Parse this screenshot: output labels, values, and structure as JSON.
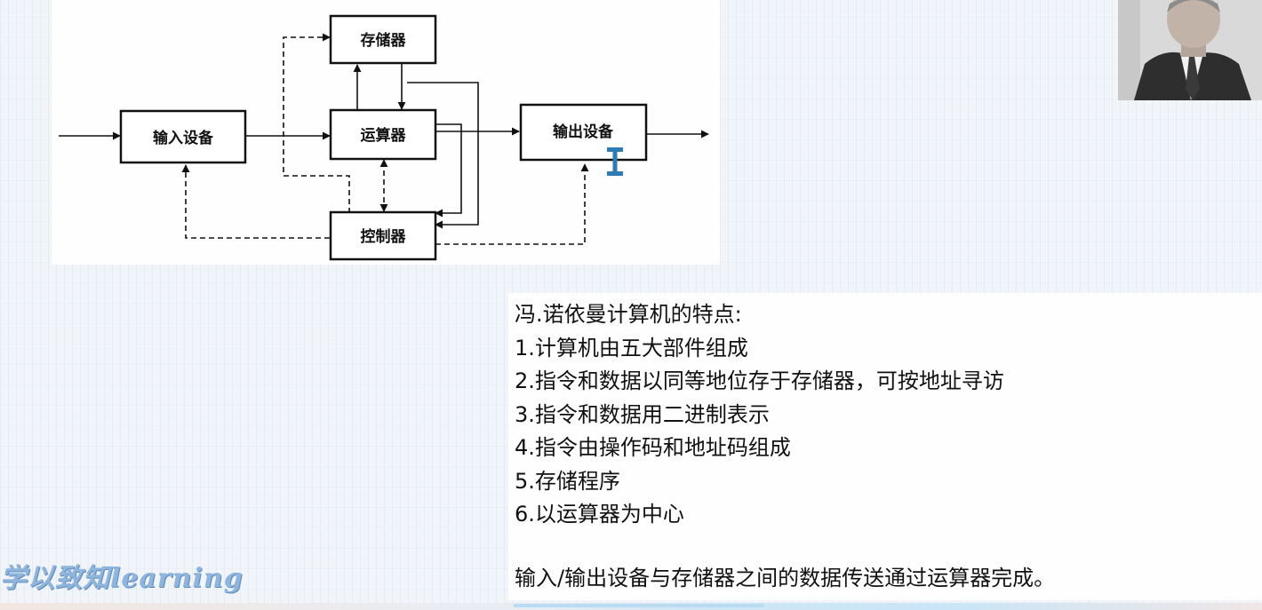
{
  "diagram": {
    "nodes": {
      "memory": "存储器",
      "input": "输入设备",
      "alu": "运算器",
      "output": "输出设备",
      "controller": "控制器"
    }
  },
  "features": {
    "title": "冯.诺依曼计算机的特点:",
    "items": [
      "1.计算机由五大部件组成",
      "2.指令和数据以同等地位存于存储器，可按地址寻访",
      "3.指令和数据用二进制表示",
      "4.指令由操作码和地址码组成",
      "5.存储程序",
      "6.以运算器为中心"
    ]
  },
  "summary": "输入/输出设备与存储器之间的数据传送通过运算器完成。",
  "watermark": "学以致知learning",
  "colors": {
    "slide_bg": "#fefefe",
    "page_bg": "#f1f5f9",
    "ink": "#111111",
    "logo": "#8fb5dc"
  },
  "icons": {
    "text_cursor": "i-beam-cursor-icon",
    "portrait": "portrait-photo"
  }
}
